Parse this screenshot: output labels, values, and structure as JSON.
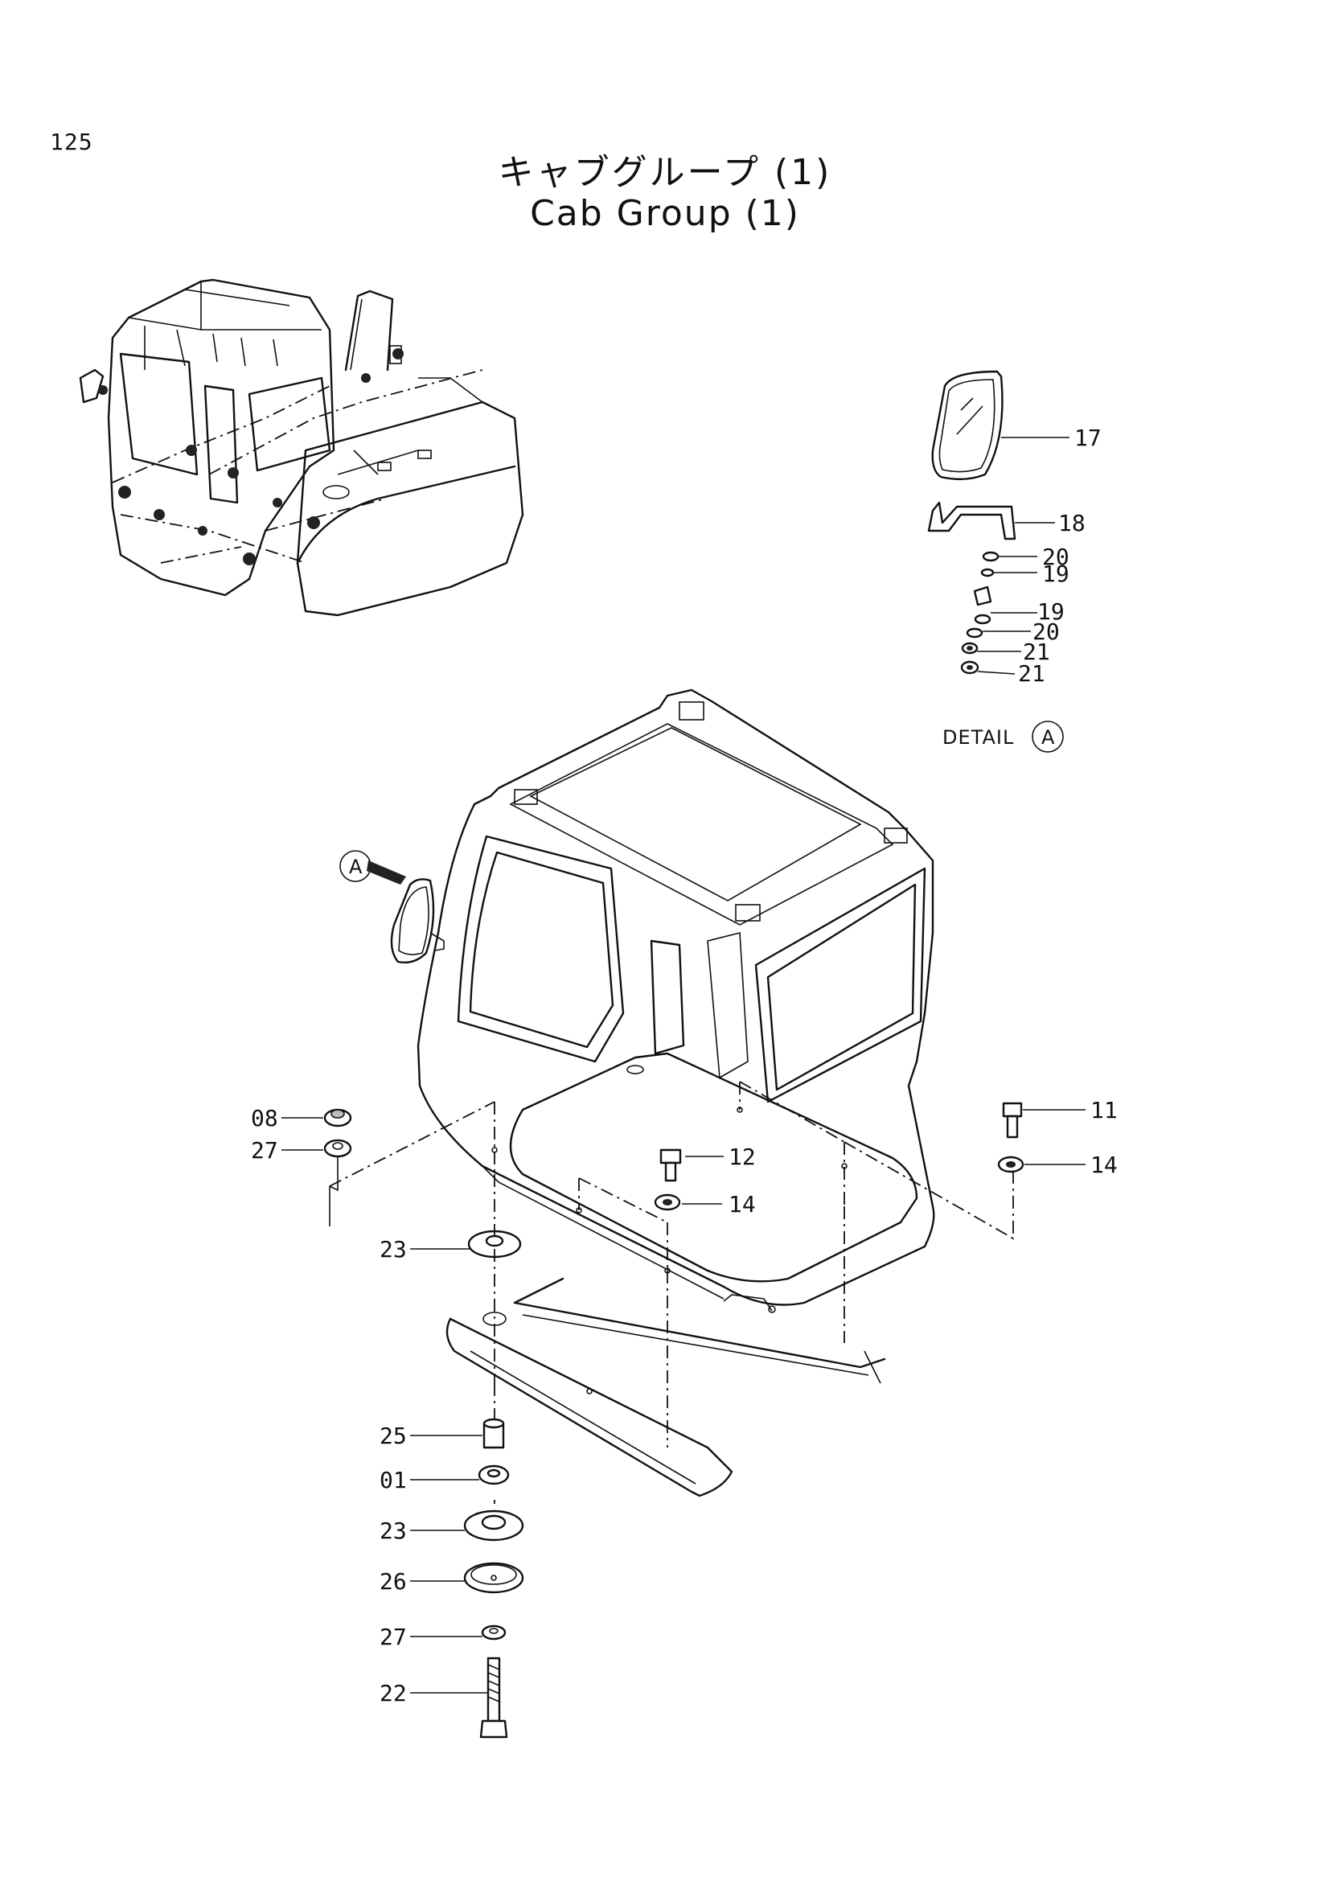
{
  "page": {
    "number": "125",
    "title_jp": "キャブグループ (1)",
    "title_en": "Cab Group (1)"
  },
  "detail": {
    "label": "DETAIL",
    "marker": "A"
  },
  "detail_callouts": [
    {
      "id": "c17",
      "text": "17"
    },
    {
      "id": "c18",
      "text": "18"
    },
    {
      "id": "c20a",
      "text": "20"
    },
    {
      "id": "c19a",
      "text": "19"
    },
    {
      "id": "c19b",
      "text": "19"
    },
    {
      "id": "c20b",
      "text": "20"
    },
    {
      "id": "c21a",
      "text": "21"
    },
    {
      "id": "c21b",
      "text": "21"
    }
  ],
  "main_callouts": [
    {
      "id": "c08",
      "text": "08"
    },
    {
      "id": "c27a",
      "text": "27"
    },
    {
      "id": "c12",
      "text": "12"
    },
    {
      "id": "c14a",
      "text": "14"
    },
    {
      "id": "c11",
      "text": "11"
    },
    {
      "id": "c14b",
      "text": "14"
    },
    {
      "id": "c23a",
      "text": "23"
    },
    {
      "id": "c25",
      "text": "25"
    },
    {
      "id": "c01",
      "text": "01"
    },
    {
      "id": "c23b",
      "text": "23"
    },
    {
      "id": "c26",
      "text": "26"
    },
    {
      "id": "c27b",
      "text": "27"
    },
    {
      "id": "c22",
      "text": "22"
    }
  ]
}
